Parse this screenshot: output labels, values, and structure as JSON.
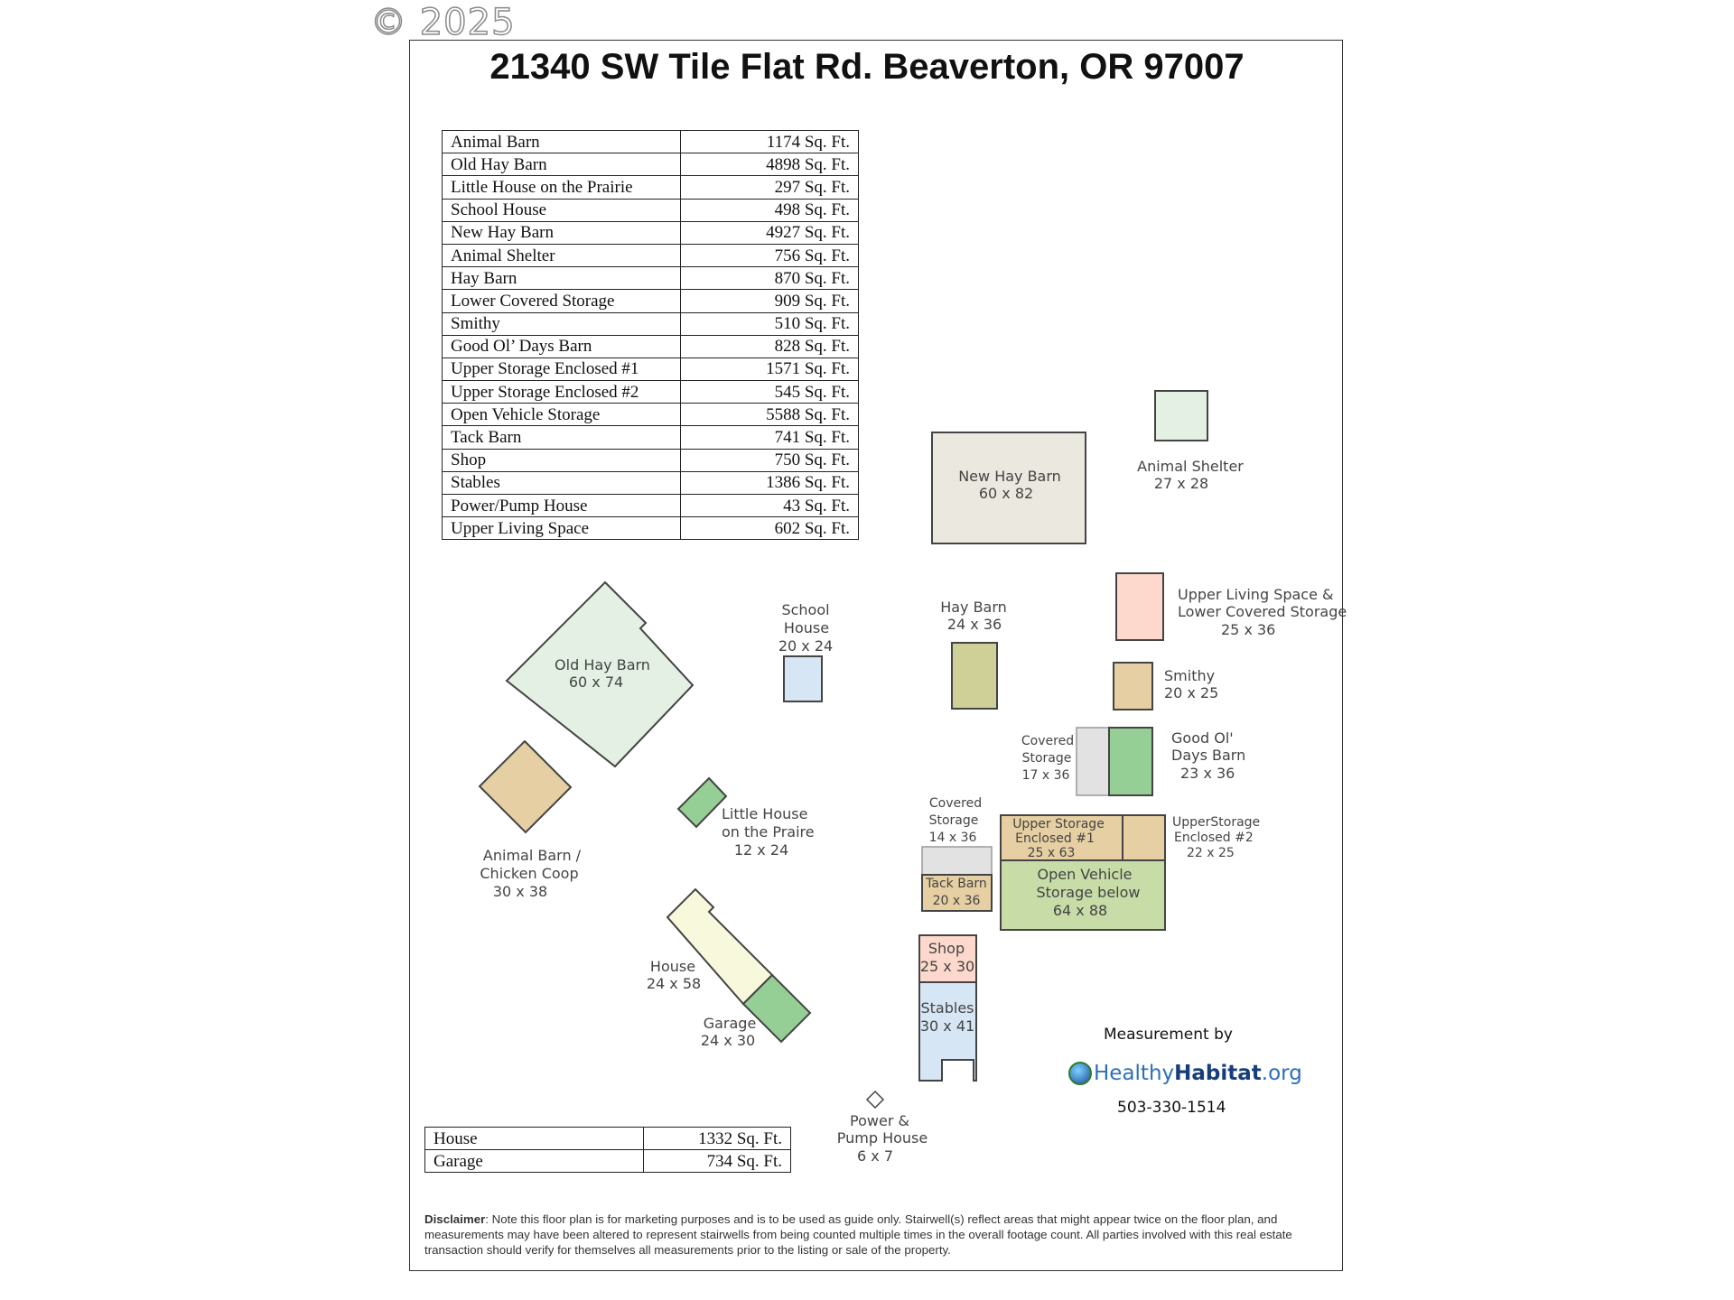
{
  "watermark": "© 2025",
  "title": "21340 SW Tile Flat Rd. Beaverton, OR 97007",
  "area_table": [
    {
      "name": "Animal Barn",
      "area": "1174 Sq. Ft."
    },
    {
      "name": "Old Hay Barn",
      "area": "4898 Sq. Ft."
    },
    {
      "name": "Little House on the Prairie",
      "area": "297 Sq. Ft."
    },
    {
      "name": "School House",
      "area": "498 Sq. Ft."
    },
    {
      "name": "New Hay Barn",
      "area": "4927 Sq. Ft."
    },
    {
      "name": "Animal Shelter",
      "area": "756 Sq. Ft."
    },
    {
      "name": "Hay Barn",
      "area": "870 Sq. Ft."
    },
    {
      "name": "Lower Covered Storage",
      "area": "909 Sq. Ft."
    },
    {
      "name": "Smithy",
      "area": "510 Sq. Ft."
    },
    {
      "name": "Good Ol’ Days Barn",
      "area": "828 Sq. Ft."
    },
    {
      "name": "Upper Storage Enclosed #1",
      "area": "1571 Sq. Ft."
    },
    {
      "name": "Upper Storage Enclosed #2",
      "area": "545 Sq. Ft."
    },
    {
      "name": "Open Vehicle Storage",
      "area": "5588 Sq. Ft."
    },
    {
      "name": "Tack Barn",
      "area": "741 Sq. Ft."
    },
    {
      "name": "Shop",
      "area": "750 Sq. Ft."
    },
    {
      "name": "Stables",
      "area": "1386 Sq. Ft."
    },
    {
      "name": "Power/Pump House",
      "area": "43 Sq. Ft."
    },
    {
      "name": "Upper Living Space",
      "area": "602 Sq. Ft."
    }
  ],
  "house_table": [
    {
      "name": "House",
      "area": "1332 Sq. Ft."
    },
    {
      "name": "Garage",
      "area": "734 Sq. Ft."
    }
  ],
  "buildings": {
    "new_hay_barn": {
      "name": "New Hay Barn",
      "dims": "60 x 82",
      "color": "#ebe8df"
    },
    "animal_shelter": {
      "name": "Animal Shelter",
      "dims": "27 x 28",
      "color": "#e3f0e3"
    },
    "upper_living": {
      "name_1": "Upper Living Space &",
      "name_2": "Lower Covered Storage",
      "dims": "25 x 36",
      "color": "#fcd9cc"
    },
    "hay_barn": {
      "name": "Hay Barn",
      "dims": "24 x 36",
      "color": "#cfcf98"
    },
    "school_house": {
      "name_1": "School",
      "name_2": "House",
      "dims": "20 x 24",
      "color": "#d6e6f5"
    },
    "old_hay_barn": {
      "name": "Old Hay Barn",
      "dims": "60 x 74",
      "color": "#e3f0e3"
    },
    "smithy": {
      "name": "Smithy",
      "dims": "20 x 25",
      "color": "#e6cfa2"
    },
    "covered_storage_17": {
      "name_1": "Covered",
      "name_2": "Storage",
      "dims": "17 x 36",
      "color": "#e2e2e2"
    },
    "good_ol_days": {
      "name_1": "Good Ol'",
      "name_2": "Days Barn",
      "dims": "23 x 36",
      "color": "#95cf95"
    },
    "animal_barn": {
      "name_1": "Animal Barn /",
      "name_2": "Chicken Coop",
      "dims": "30 x 38",
      "color": "#e6cfa2"
    },
    "little_house": {
      "name_1": "Little House",
      "name_2": "on the Praire",
      "dims": "12 x 24",
      "color": "#95cf95"
    },
    "covered_storage_14": {
      "name_1": "Covered",
      "name_2": "Storage",
      "dims": "14 x 36",
      "color": "#e2e2e2"
    },
    "upper_storage_1": {
      "name_1": "Upper Storage",
      "name_2": "Enclosed #1",
      "dims": "25 x 63",
      "color": "#e6cfa2"
    },
    "upper_storage_2": {
      "name_1": "UpperStorage",
      "name_2": "Enclosed #2",
      "dims": "22 x 25",
      "color": "#e6cfa2"
    },
    "tack_barn": {
      "name": "Tack Barn",
      "dims": "20 x 36",
      "color": "#e6cfa2"
    },
    "open_vehicle": {
      "name_1": "Open Vehicle",
      "name_2": "Storage below",
      "dims": "64 x 88",
      "color": "#c8dca8"
    },
    "house": {
      "name": "House",
      "dims": "24 x 58",
      "color": "#f8f8dc"
    },
    "garage": {
      "name": "Garage",
      "dims": "24 x 30",
      "color": "#95cf95"
    },
    "shop": {
      "name": "Shop",
      "dims": "25 x 30",
      "color": "#fcd9cc"
    },
    "stables": {
      "name": "Stables",
      "dims": "30 x 41",
      "color": "#d6e6f5"
    },
    "power_pump": {
      "name_1": "Power &",
      "name_2": "Pump House",
      "dims": "6 x 7",
      "color": "#ffffff"
    }
  },
  "credit": {
    "measured_by": "Measurement by",
    "logo_part_1": "Healthy",
    "logo_part_2": "Habitat",
    "logo_part_3": ".org",
    "phone": "503-330-1514"
  },
  "disclaimer": {
    "label": "Disclaimer",
    "text": ": Note this floor plan is for marketing purposes and is to be used as guide only.  Stairwell(s) reflect areas that might appear twice on the floor plan, and measurements may have been altered to represent stairwells from being counted multiple times in the overall footage count.  All parties involved with this real estate transaction should verify for themselves all measurements prior to the listing or sale of the property."
  }
}
